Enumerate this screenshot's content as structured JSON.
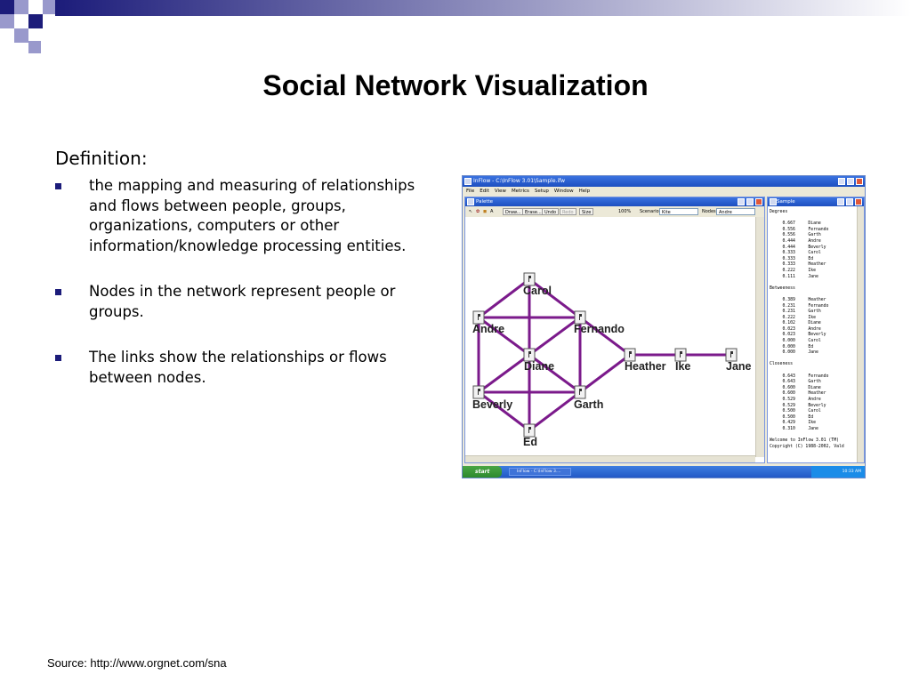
{
  "slide": {
    "title": "Social Network Visualization",
    "definition_heading": "Definition:",
    "bullets": [
      "the mapping and measuring of relationships and flows between people, groups, organizations, computers or other information/knowledge processing entities.",
      "Nodes in the network represent people or groups.",
      "The links show the relationships or flows between nodes."
    ],
    "source": "Source: http://www.orgnet.com/sna"
  },
  "screenshot": {
    "window_title": "InFlow - C:\\InFlow 3.01\\Sample.ifw",
    "menu": [
      "File",
      "Edit",
      "View",
      "Metrics",
      "Setup",
      "Window",
      "Help"
    ],
    "palette_title": "Palette",
    "toolbar": {
      "draw_label": "Draw...",
      "erase_label": "Erase...",
      "undo_label": "Undo",
      "redo_label": "Redo",
      "size_label": "Size",
      "zoom": "100%",
      "scenario_label": "Scenario:",
      "scenario_value": "Kite",
      "nodes_label": "Nodes:",
      "nodes_value": "Andre"
    },
    "sample_title": "Sample",
    "sample_text": "Degrees\n\n     0.667     Diane\n     0.556     Fernando\n     0.556     Garth\n     0.444     Andre\n     0.444     Beverly\n     0.333     Carol\n     0.333     Ed\n     0.333     Heather\n     0.222     Ike\n     0.111     Jane\n\nBetweeness\n\n     0.389     Heather\n     0.231     Fernando\n     0.231     Garth\n     0.222     Ike\n     0.102     Diane\n     0.023     Andre\n     0.023     Beverly\n     0.000     Carol\n     0.000     Ed\n     0.000     Jane\n\nCloseness\n\n     0.643     Fernando\n     0.643     Garth\n     0.600     Diane\n     0.600     Heather\n     0.529     Andre\n     0.529     Beverly\n     0.500     Carol\n     0.500     Ed\n     0.429     Ike\n     0.310     Jane\n\nWelcome to InFlow 3.01 (TM)\nCopyright (C) 1988-2002, Vald",
    "taskbar": {
      "start_label": "start",
      "task_label": "InFlow - C:\\InFlow 3....",
      "clock": "10:33 AM"
    }
  },
  "network": {
    "link_color": "#7b1a8b",
    "nodes": [
      {
        "id": "carol",
        "label": "Carol"
      },
      {
        "id": "andre",
        "label": "Andre"
      },
      {
        "id": "fernando",
        "label": "Fernando"
      },
      {
        "id": "diane",
        "label": "Diane"
      },
      {
        "id": "heather",
        "label": "Heather"
      },
      {
        "id": "ike",
        "label": "Ike"
      },
      {
        "id": "jane",
        "label": "Jane"
      },
      {
        "id": "beverly",
        "label": "Beverly"
      },
      {
        "id": "garth",
        "label": "Garth"
      },
      {
        "id": "ed",
        "label": "Ed"
      }
    ],
    "links": [
      [
        "carol",
        "andre"
      ],
      [
        "carol",
        "fernando"
      ],
      [
        "carol",
        "diane"
      ],
      [
        "andre",
        "fernando"
      ],
      [
        "andre",
        "diane"
      ],
      [
        "andre",
        "beverly"
      ],
      [
        "fernando",
        "diane"
      ],
      [
        "fernando",
        "garth"
      ],
      [
        "fernando",
        "heather"
      ],
      [
        "diane",
        "beverly"
      ],
      [
        "diane",
        "garth"
      ],
      [
        "diane",
        "ed"
      ],
      [
        "beverly",
        "garth"
      ],
      [
        "beverly",
        "ed"
      ],
      [
        "garth",
        "ed"
      ],
      [
        "garth",
        "heather"
      ],
      [
        "heather",
        "ike"
      ],
      [
        "ike",
        "jane"
      ]
    ]
  }
}
